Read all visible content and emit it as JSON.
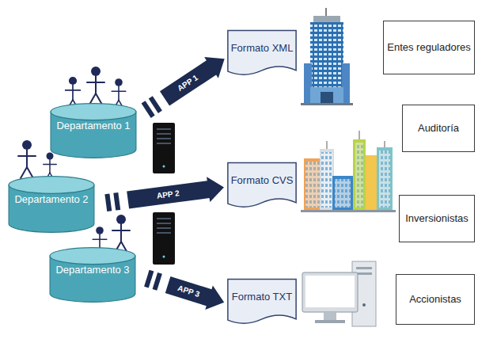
{
  "diagram": {
    "nodes": [
      {
        "text": [
          "Departamento 1"
        ]
      },
      {
        "text": [
          "Departamento 2"
        ]
      },
      {
        "text": [
          "Departamento 3"
        ]
      },
      {
        "text": [
          "Formato XML"
        ]
      },
      {
        "text": [
          "Formato CVS"
        ]
      },
      {
        "text": [
          "Formato TXT"
        ]
      },
      {
        "text": [
          "Entes reguladores"
        ]
      },
      {
        "text": [
          "Auditoría"
        ]
      },
      {
        "text": [
          "Inversionistas"
        ]
      },
      {
        "text": [
          "Accionistas"
        ]
      }
    ],
    "edges": [
      {
        "from": 0,
        "to": 3,
        "label": "APP 1",
        "arrow": "to"
      },
      {
        "from": 1,
        "to": 4,
        "label": "APP 2",
        "arrow": "to"
      },
      {
        "from": 2,
        "to": 5,
        "label": "APP 3",
        "arrow": "to"
      }
    ]
  }
}
